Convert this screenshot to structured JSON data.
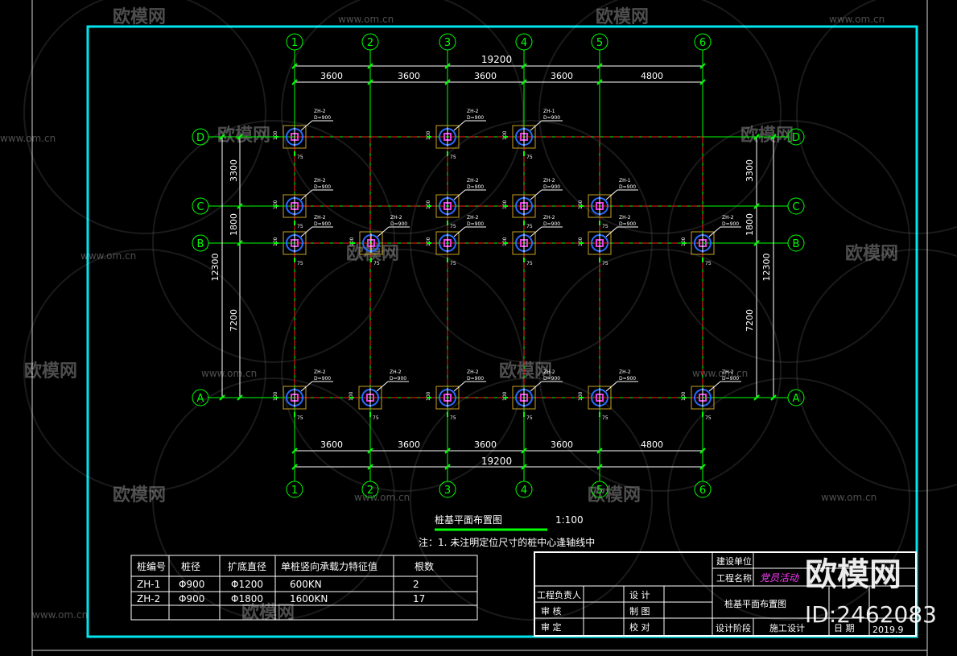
{
  "watermark": {
    "site": "www.om.cn",
    "brand": "欧模网",
    "brand_large": "欧模网",
    "id_text": "ID:2462083"
  },
  "axes": {
    "vertical": [
      "1",
      "2",
      "3",
      "4",
      "5",
      "6"
    ],
    "horizontal": [
      "A",
      "B",
      "C",
      "D"
    ]
  },
  "dimensions": {
    "total_x": "19200",
    "spans_x": [
      "3600",
      "3600",
      "3600",
      "3600",
      "4800"
    ],
    "total_y": "12300",
    "spans_y": [
      "7200",
      "1800",
      "3300"
    ]
  },
  "pile_labels": {
    "zh2_name": "ZH-2",
    "zh2_dia": "D=900",
    "zh1_name": "ZH-1",
    "zh1_dia": "D=900",
    "offset_label": "75",
    "side_label": "100"
  },
  "drawing": {
    "title": "桩基平面布置图",
    "scale": "1:100",
    "note": "注：1. 未注明定位尺寸的桩中心逢轴线中"
  },
  "pile_table": {
    "headers": [
      "桩编号",
      "桩径",
      "扩底直径",
      "单桩竖向承载力特征值",
      "根数"
    ],
    "rows": [
      [
        "ZH-1",
        "Φ900",
        "Φ1200",
        "600KN",
        "2"
      ],
      [
        "ZH-2",
        "Φ900",
        "Φ1800",
        "1600KN",
        "17"
      ]
    ]
  },
  "title_block": {
    "build_unit_label": "建设单位",
    "project_name_label": "工程名称",
    "project_name_value": "党员活动",
    "project_leader_label": "工程负责人",
    "design_label": "设  计",
    "review_label": "审  核",
    "draw_label": "制  图",
    "approve_label": "审  定",
    "check_label": "校  对",
    "stage_label": "设计阶段",
    "stage_value": "施工设计",
    "drawing_name": "桩基平面布置图",
    "date_label": "日  期",
    "date_value": "2019.9"
  },
  "colors": {
    "frame": "#00e5ee",
    "axis": "#00ff00",
    "dimension": "#ffffff",
    "beam": "#ff2020",
    "pile_box": "#c8a020",
    "pile_circle": "#2a6cff",
    "pile_core": "#e040e0",
    "project_name": "#ff40ff"
  }
}
